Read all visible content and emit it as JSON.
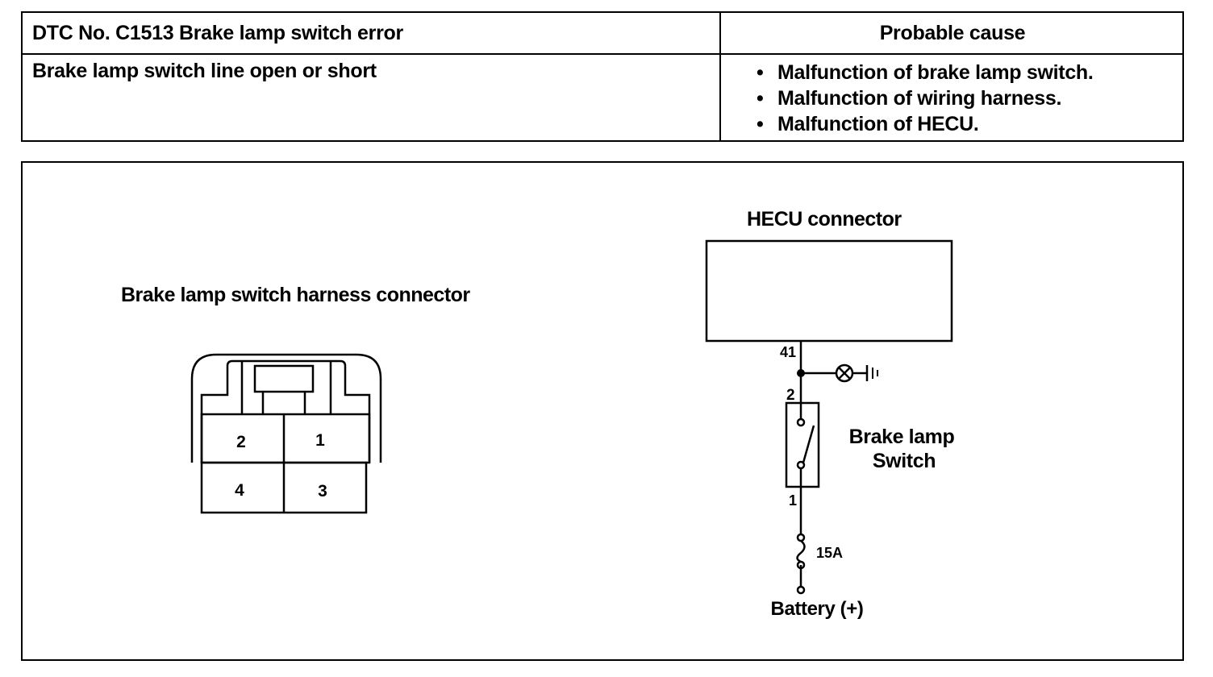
{
  "table": {
    "dtc_title": "DTC No.  C1513 Brake lamp switch error",
    "cause_header": "Probable cause",
    "condition": "Brake lamp switch line open or short",
    "causes": [
      "Malfunction of brake lamp switch.",
      "Malfunction of wiring harness.",
      "Malfunction of HECU."
    ],
    "bullet": "•"
  },
  "connector": {
    "title": "Brake lamp switch harness connector",
    "pins": {
      "p1": "1",
      "p2": "2",
      "p3": "3",
      "p4": "4"
    }
  },
  "circuit": {
    "hecu_label": "HECU connector",
    "pin_hecu": "41",
    "switch_pin_top": "2",
    "switch_pin_bottom": "1",
    "switch_label_line1": "Brake lamp",
    "switch_label_line2": "Switch",
    "fuse_label": "15A",
    "battery_label": "Battery (+)"
  }
}
